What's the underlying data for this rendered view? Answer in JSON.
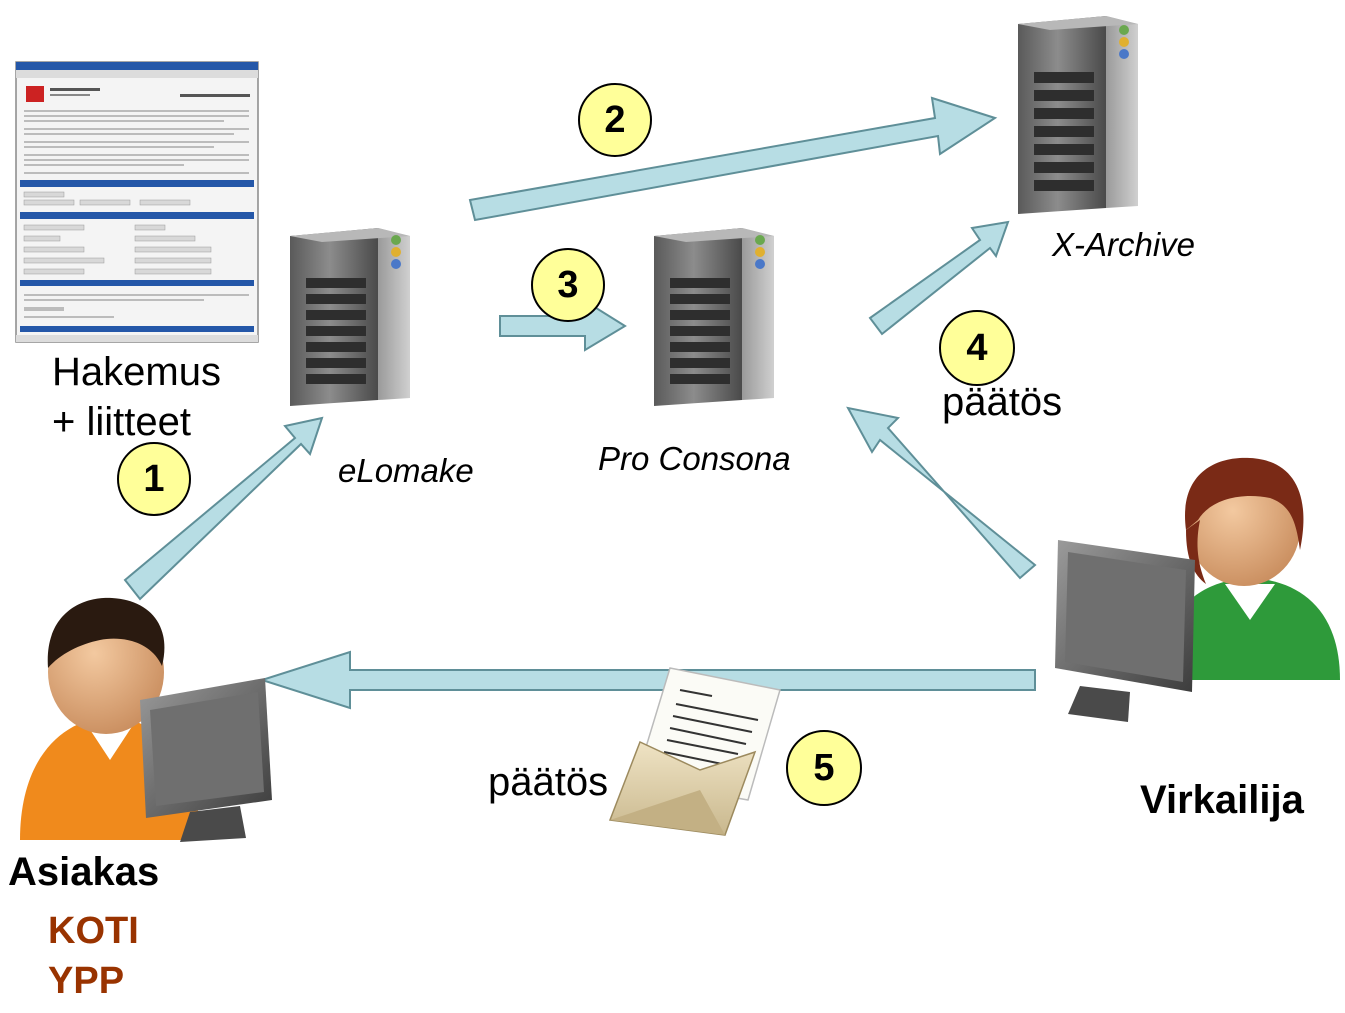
{
  "labels": {
    "hakemus_line1": "Hakemus",
    "hakemus_line2": "+ liitteet",
    "elomake": "eLomake",
    "pro_consona": "Pro Consona",
    "x_archive": "X-Archive",
    "paatos_top": "päätös",
    "paatos_bottom": "päätös",
    "virkailija": "Virkailija",
    "asiakas": "Asiakas",
    "koti": "KOTI",
    "ypp": "YPP"
  },
  "steps": [
    "1",
    "2",
    "3",
    "4",
    "5"
  ],
  "colors": {
    "arrow_fill": "#b7dde4",
    "arrow_stroke": "#5f8f98",
    "badge_fill": "#ffff99",
    "accent_brown": "#993300",
    "server_body": "#6e6e6e",
    "form_header": "#2457a8"
  },
  "icons": [
    "form-document-icon",
    "server-icon",
    "customer-person-icon",
    "officer-person-icon",
    "computer-monitor-icon",
    "envelope-letter-icon"
  ]
}
